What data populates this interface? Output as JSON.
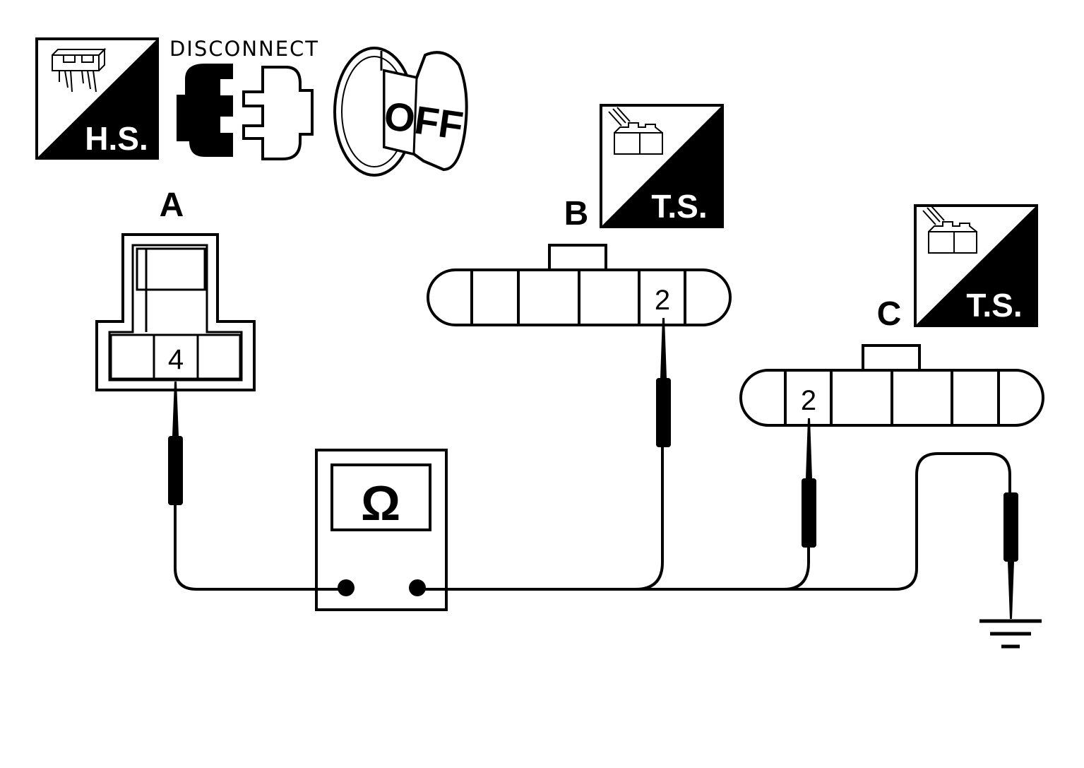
{
  "header_icons": {
    "harness_side_badge": "H.S.",
    "disconnect_label": "DISCONNECT",
    "ignition_key_label": "OFF"
  },
  "connectors": {
    "a": {
      "label": "A",
      "pin": "4"
    },
    "b": {
      "label": "B",
      "pin": "2",
      "badge": "T.S."
    },
    "c": {
      "label": "C",
      "pin": "2",
      "badge": "T.S."
    }
  },
  "meter": {
    "symbol": "Ω"
  },
  "colors": {
    "line": "#000000",
    "background": "#ffffff"
  },
  "icons": [
    "harness-side-icon",
    "disconnect-icon",
    "ignition-key-off-icon",
    "terminal-side-icon",
    "ohmmeter-icon",
    "ground-icon"
  ]
}
